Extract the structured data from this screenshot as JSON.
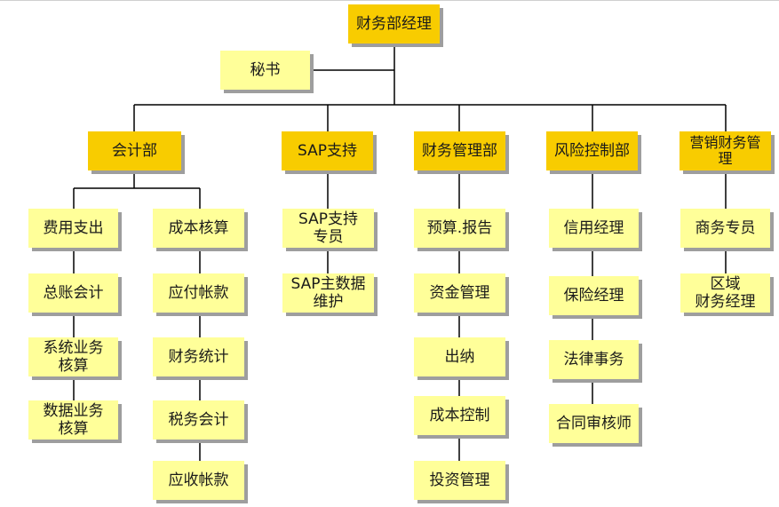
{
  "manager": {
    "label": "财务部经理"
  },
  "secretary": {
    "label": "秘书"
  },
  "departments": [
    {
      "label": "会计部",
      "sub_columns": [
        {
          "items": [
            "费用支出",
            "总账会计",
            "系统业务\n核算",
            "数据业务\n核算"
          ]
        },
        {
          "items": [
            "成本核算",
            "应付帐款",
            "财务统计",
            "税务会计",
            "应收帐款"
          ]
        }
      ]
    },
    {
      "label": "SAP支持",
      "items": [
        "SAP支持\n专员",
        "SAP主数据\n维护"
      ]
    },
    {
      "label": "财务管理部",
      "items": [
        "预算.报告",
        "资金管理",
        "出纳",
        "成本控制",
        "投资管理"
      ]
    },
    {
      "label": "风险控制部",
      "items": [
        "信用经理",
        "保险经理",
        "法律事务",
        "合同审核师"
      ]
    },
    {
      "label": "营销财务管\n理",
      "items": [
        "商务专员",
        "区域\n财务经理"
      ]
    }
  ],
  "colors": {
    "department": "#f8cc00",
    "position": "#ffff99",
    "line": "#000000"
  }
}
